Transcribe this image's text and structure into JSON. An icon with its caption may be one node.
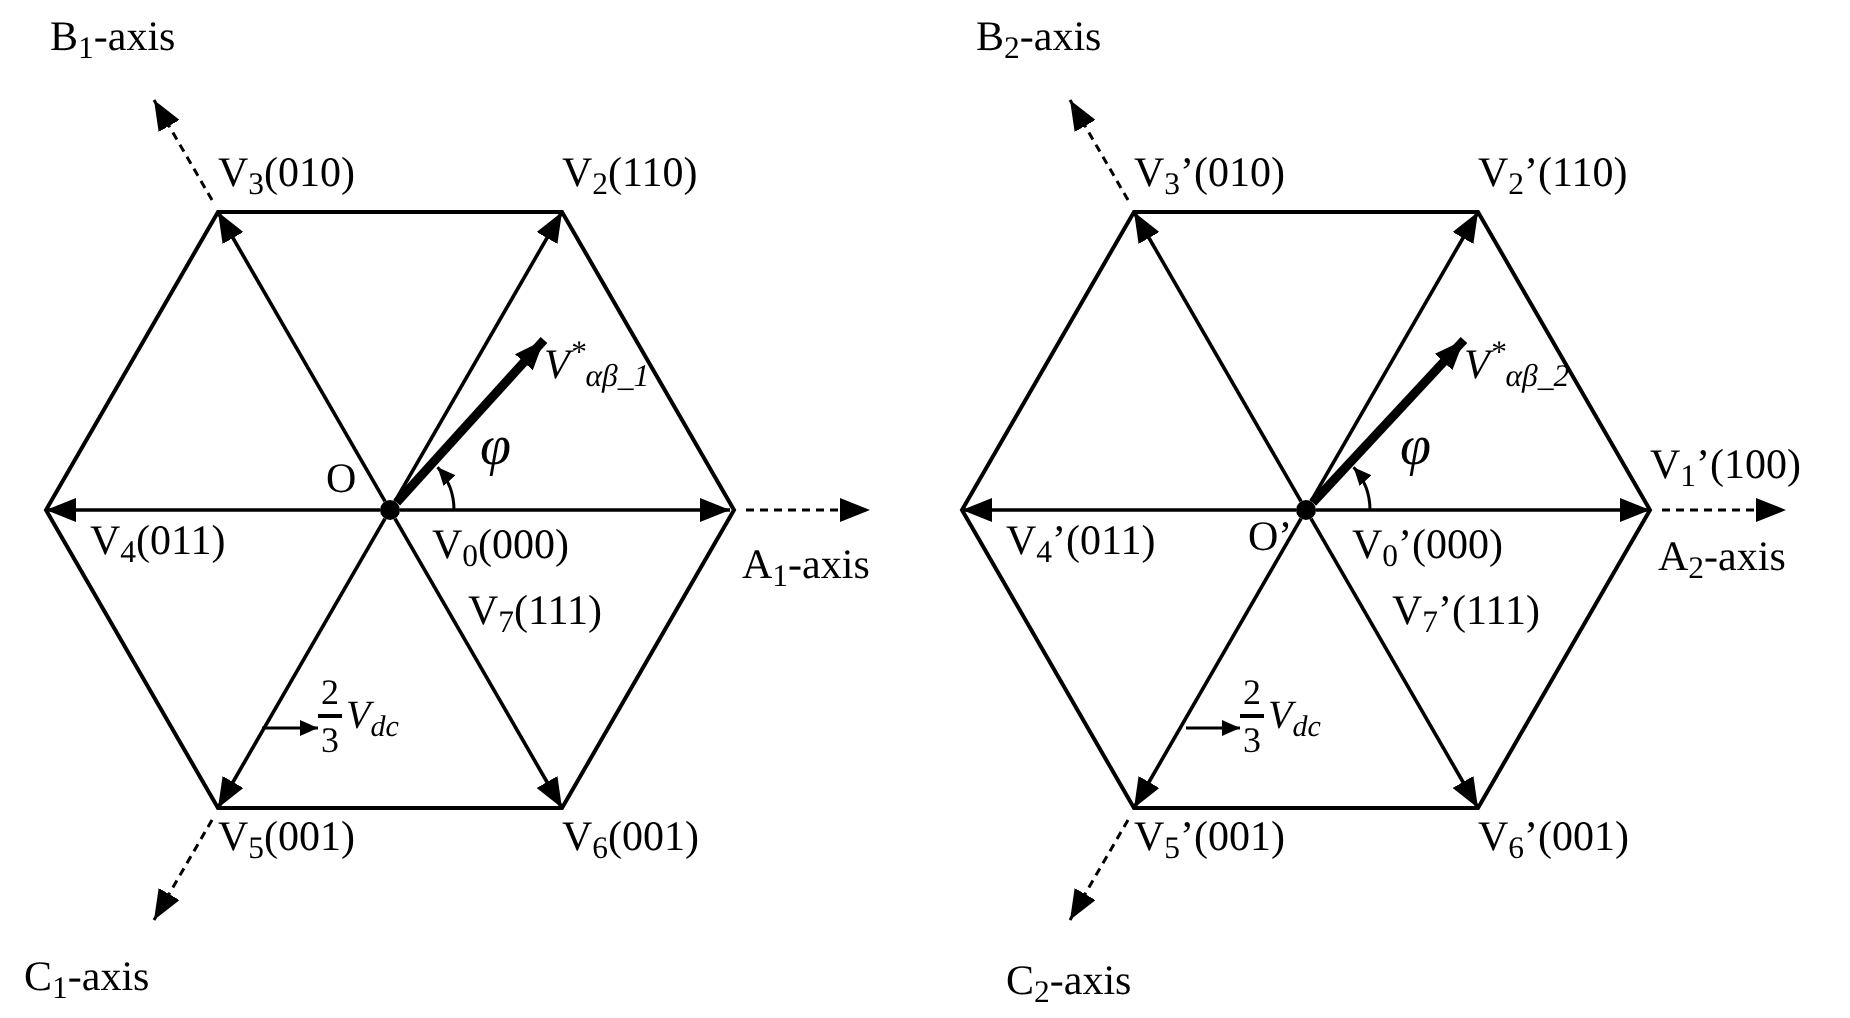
{
  "diagram": {
    "nodes": [
      {
        "text": [],
        "shape": "hexagon"
      },
      {
        "text": [],
        "shape": "circle",
        "in": 0,
        "beside": [
          "O",
          "V$_{0}$(000)",
          "V$_{7}$(111)"
        ]
      },
      {
        "text": [
          "V$_{3}$(010)"
        ]
      },
      {
        "text": [
          "V$_{2}$(110)"
        ]
      },
      {
        "text": [
          "V$^{*}$$_{αβ_1}$"
        ],
        "in": 0
      },
      {
        "text": [
          "V$_{4}$(011)"
        ],
        "in": 0
      },
      {
        "text": [
          "V$_{5}$(001)"
        ]
      },
      {
        "text": [
          "2",
          "3",
          "V$_{dc}$"
        ],
        "in": 0
      },
      {
        "text": [
          "V$_{6}$(001)"
        ]
      },
      {
        "text": [],
        "shape": "hexagon"
      },
      {
        "text": [],
        "shape": "circle",
        "in": 9,
        "beside": [
          "O’",
          "V$_{0}$’(000)",
          "V$_{7}$’(111)"
        ]
      },
      {
        "text": [
          "V$_{3}$’(010)"
        ]
      },
      {
        "text": [
          "V$_{2}$’(110)"
        ]
      },
      {
        "text": [
          "V$^{*}$$_{αβ_2}$"
        ],
        "in": 9
      },
      {
        "text": [
          "V$_{1}$’(100)"
        ]
      },
      {
        "text": [
          "V$_{4}$’(011)"
        ],
        "in": 9
      },
      {
        "text": [
          "V$_{5}$’(001)"
        ]
      },
      {
        "text": [
          "2",
          "3",
          "V$_{dc}$"
        ],
        "in": 9
      },
      {
        "text": [
          "V$_{6}$’(001)"
        ]
      }
    ],
    "edges": [
      {
        "from": 1,
        "to": 2,
        "arrow": "to"
      },
      {
        "from": 1,
        "to": 3,
        "arrow": "to"
      },
      {
        "from": 1,
        "to": 4,
        "arrow": "to",
        "style": "thick"
      },
      {
        "from": 1,
        "to": null,
        "arrow": "to"
      },
      {
        "from": 1,
        "to": 5,
        "arrow": "to"
      },
      {
        "from": 1,
        "to": 6,
        "arrow": "to"
      },
      {
        "from": 1,
        "to": 8,
        "arrow": "to"
      },
      {
        "from": null,
        "to": 7,
        "arrow": "to"
      },
      {
        "from": 10,
        "to": 11,
        "arrow": "to"
      },
      {
        "from": 10,
        "to": 12,
        "arrow": "to"
      },
      {
        "from": 10,
        "to": 13,
        "arrow": "to",
        "style": "thick"
      },
      {
        "from": 10,
        "to": 14,
        "arrow": "to"
      },
      {
        "from": 10,
        "to": 15,
        "arrow": "to"
      },
      {
        "from": 10,
        "to": 16,
        "arrow": "to"
      },
      {
        "from": 10,
        "to": 18,
        "arrow": "to"
      },
      {
        "from": null,
        "to": 17,
        "arrow": "to"
      }
    ],
    "labels": [
      "B$_{1}$-axis",
      "φ",
      "A$_{1}$-axis",
      "C$_{1}$-axis",
      "B$_{2}$-axis",
      "φ",
      "A$_{2}$-axis",
      "C$_{2}$-axis"
    ]
  }
}
